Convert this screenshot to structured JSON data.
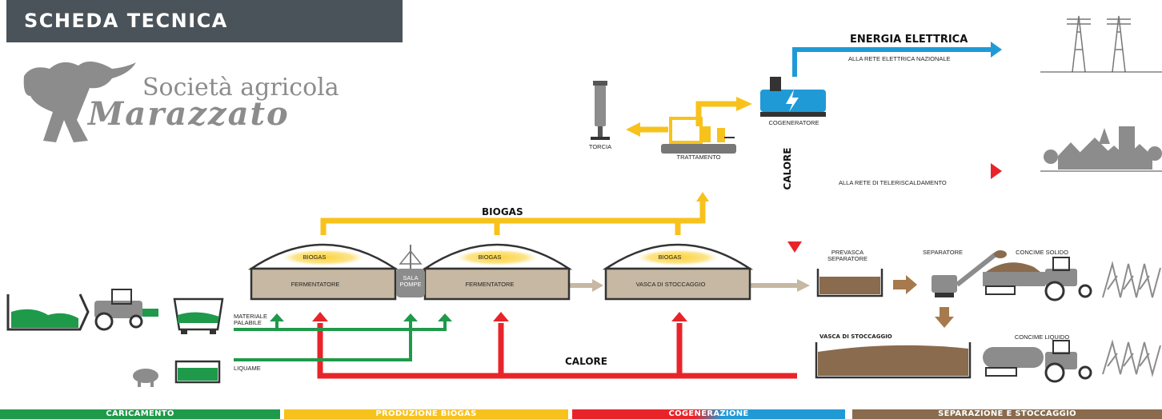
{
  "header": {
    "title": "SCHEDA TECNICA"
  },
  "logo": {
    "line1": "Società agricola",
    "line2": "Marazzato"
  },
  "energy": {
    "title": "ENERGIA ELETTRICA",
    "subtitle": "ALLA RETE ELETTRICA NAZIONALE"
  },
  "heat_grid": {
    "label": "ALLA RETE DI TELERISCALDAMENTO"
  },
  "nodes": {
    "torcia": "TORCIA",
    "trattamento": "TRATTAMENTO",
    "cogeneratore": "COGENERATORE",
    "fermentatore_1": "FERMENTATORE",
    "fermentatore_2": "FERMENTATORE",
    "sala_pompe": "SALA\nPOMPE",
    "vasca_stoccaggio": "VASCA DI STOCCAGGIO",
    "prevasca": "PREVASCA\nSEPARATORE",
    "separatore": "SEPARATORE",
    "concime_solido": "CONCIME SOLIDO",
    "vasca_stoccaggio_2": "VASCA DI STOCCAGGIO",
    "concime_liquido": "CONCIME LIQUIDO",
    "materiale_palabile": "MATERIALE\nPALABILE",
    "liquame": "LIQUAME"
  },
  "dome_gas": [
    "BIOGAS",
    "BIOGAS",
    "BIOGAS"
  ],
  "flows": {
    "biogas": "BIOGAS",
    "calore_vertical": "CALORE",
    "calore_bottom": "CALORE"
  },
  "stages": [
    "CARICAMENTO",
    "PRODUZIONE BIOGAS",
    "COGENERAZIONE",
    "SEPARAZIONE E STOCCAGGIO"
  ],
  "colors": {
    "header": "#4a5359",
    "green": "#1f9a4a",
    "yellow": "#f7c21b",
    "red": "#e8242a",
    "blue": "#1f9ad7",
    "brown": "#8a6b4e",
    "tan": "#c6b8a2",
    "grey": "#8c8c8c"
  }
}
